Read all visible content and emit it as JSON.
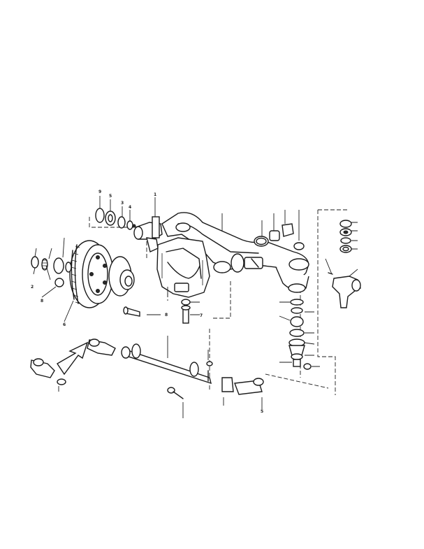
{
  "figure": {
    "background_color": "#ffffff",
    "line_color": "#1a1a1a",
    "labels": [
      "9",
      "5",
      "3",
      "4",
      "1",
      "2",
      "8",
      "6",
      "7",
      "8",
      "5"
    ]
  }
}
